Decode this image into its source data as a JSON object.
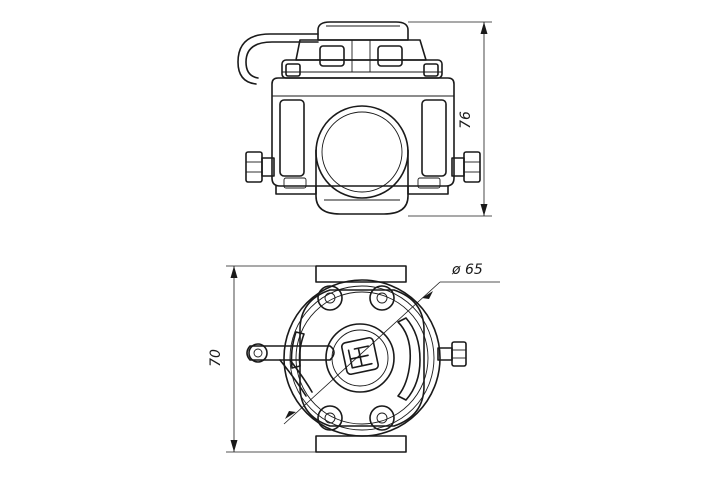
{
  "drawing": {
    "dimensions": {
      "height_side_view": "76",
      "height_top_view": "70",
      "diameter": "ø 65"
    }
  }
}
